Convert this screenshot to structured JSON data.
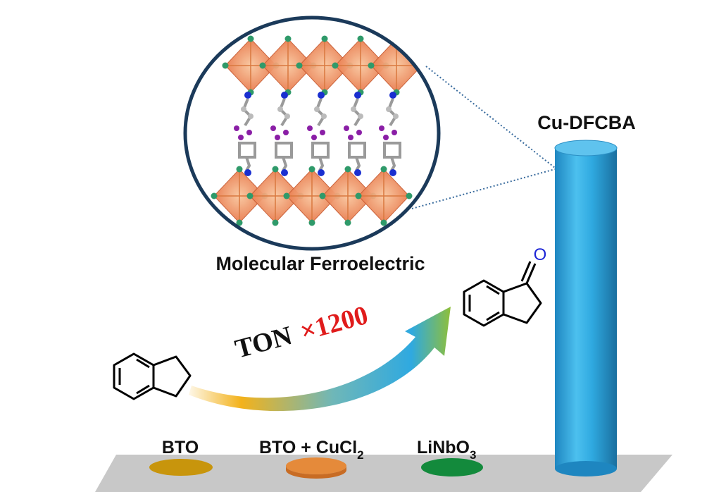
{
  "colors": {
    "pillar": "#2fa9e0",
    "pillar_dark": "#1f7fb3",
    "pillar_top": "#5fc3ee",
    "platform": "#c8c8c8",
    "bto": "#c8950c",
    "bto_cucl2": "#e58a3a",
    "linbo3": "#138a3c",
    "ton_highlight": "#e01b1b",
    "carbonyl": "#1f27d6",
    "circle_border": "#1b3a5a",
    "dotted_line": "#3a6c9e",
    "octahedron": "#f08a5d",
    "ligand_purple": "#8a1ea6",
    "nitrogen_blue": "#1a2fd0"
  },
  "labels": {
    "top_catalyst": "Cu-DFCBA",
    "structure_caption": "Molecular Ferroelectric",
    "ton_prefix": "TON",
    "ton_value": "×1200",
    "carbonyl_atom": "O",
    "bto": "BTO",
    "bto_cucl2_main": "BTO + CuCl",
    "bto_cucl2_sub": "2",
    "linbo3_main": "LiNbO",
    "linbo3_sub": "3"
  }
}
